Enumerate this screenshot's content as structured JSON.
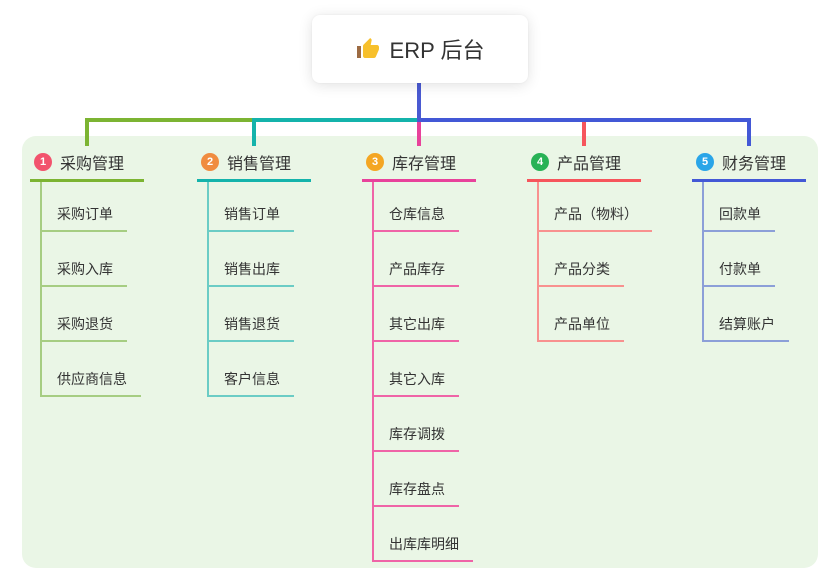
{
  "root": {
    "icon": "thumbs-up",
    "label": "ERP 后台"
  },
  "branches": [
    {
      "number": "1",
      "label": "采购管理",
      "badge_color": "#f2536d",
      "line_color": "#7cb432",
      "child_line_color": "#a6cd82",
      "children": [
        "采购订单",
        "采购入库",
        "采购退货",
        "供应商信息"
      ]
    },
    {
      "number": "2",
      "label": "销售管理",
      "badge_color": "#f08c40",
      "line_color": "#14b3ab",
      "child_line_color": "#6bccc5",
      "children": [
        "销售订单",
        "销售出库",
        "销售退货",
        "客户信息"
      ]
    },
    {
      "number": "3",
      "label": "库存管理",
      "badge_color": "#f4a623",
      "line_color": "#e8429b",
      "child_line_color": "#ef64a7",
      "children": [
        "仓库信息",
        "产品库存",
        "其它出库",
        "其它入库",
        "库存调拨",
        "库存盘点",
        "出库库明细"
      ]
    },
    {
      "number": "4",
      "label": "产品管理",
      "badge_color": "#28b256",
      "line_color": "#f6555c",
      "child_line_color": "#f8918f",
      "children": [
        "产品（物料）",
        "产品分类",
        "产品单位"
      ]
    },
    {
      "number": "5",
      "label": "财务管理",
      "badge_color": "#2aa5e8",
      "line_color": "#4358d6",
      "child_line_color": "#8c9fd8",
      "children": [
        "回款单",
        "付款单",
        "结算账户"
      ]
    }
  ],
  "colors": {
    "stem": "#4a5ad2",
    "panel_bg": "#eaf6e6",
    "text": "#333333",
    "canvas_bg": "#ffffff"
  }
}
